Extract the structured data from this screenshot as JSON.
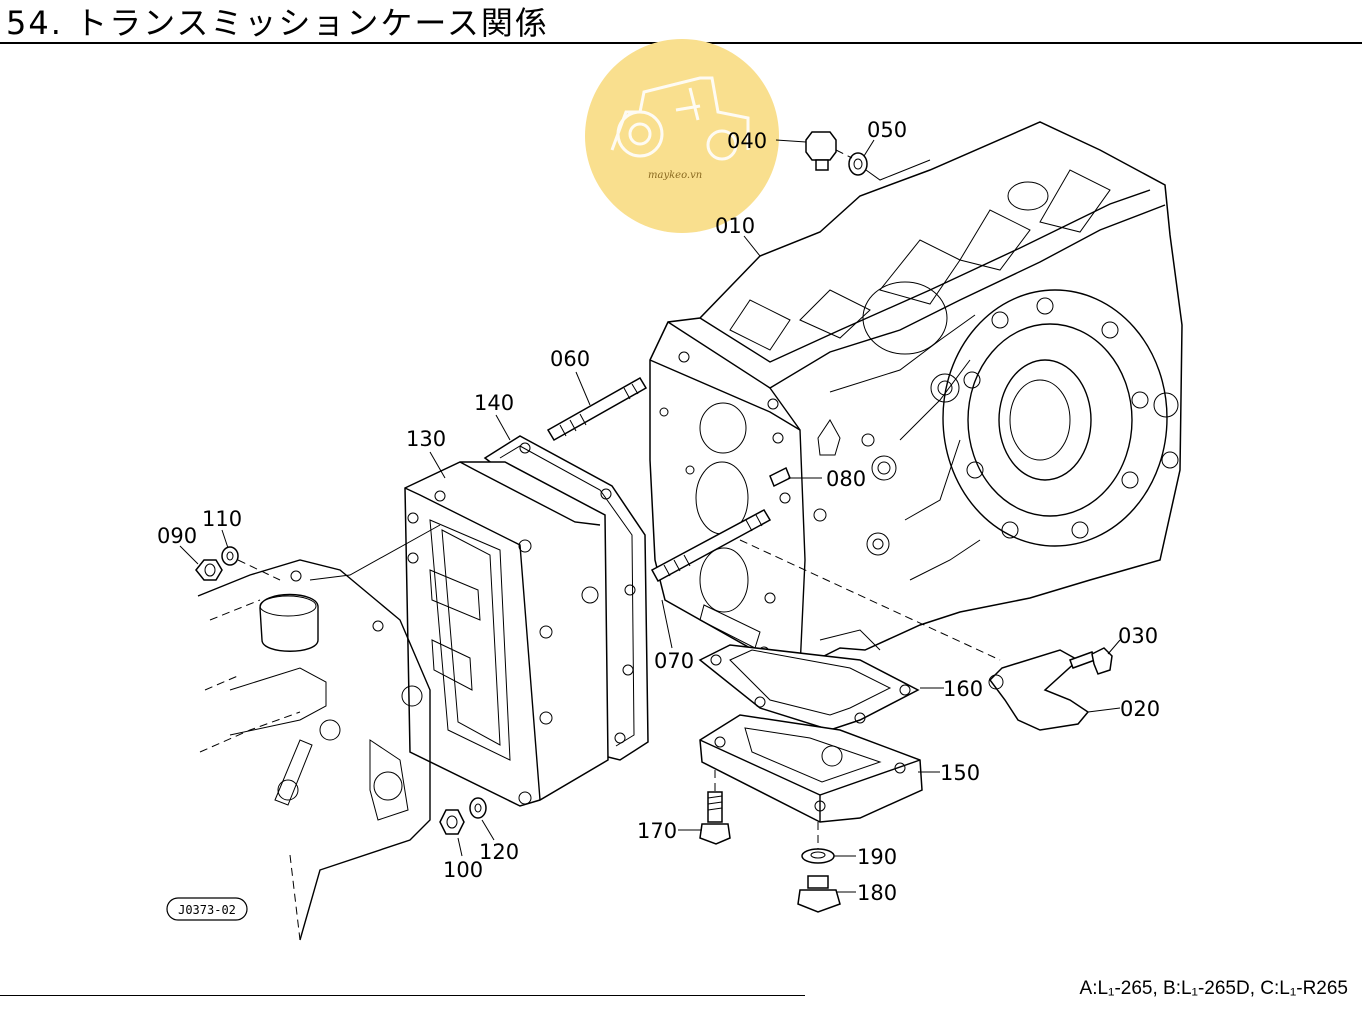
{
  "page": {
    "title": "54. トランスミッションケース関係",
    "figure_code": "J0373-02",
    "models": "A:L₁-265, B:L₁-265D, C:L₁-R265"
  },
  "watermark": {
    "text": "maykeo.vn",
    "color": "#f9df8e"
  },
  "parts": [
    {
      "id": "p010",
      "label": "010"
    },
    {
      "id": "p020",
      "label": "020"
    },
    {
      "id": "p030",
      "label": "030"
    },
    {
      "id": "p040",
      "label": "040"
    },
    {
      "id": "p050",
      "label": "050"
    },
    {
      "id": "p060",
      "label": "060"
    },
    {
      "id": "p070",
      "label": "070"
    },
    {
      "id": "p080",
      "label": "080"
    },
    {
      "id": "p090",
      "label": "090"
    },
    {
      "id": "p100",
      "label": "100"
    },
    {
      "id": "p110",
      "label": "110"
    },
    {
      "id": "p120",
      "label": "120"
    },
    {
      "id": "p130",
      "label": "130"
    },
    {
      "id": "p140",
      "label": "140"
    },
    {
      "id": "p150",
      "label": "150"
    },
    {
      "id": "p160",
      "label": "160"
    },
    {
      "id": "p170",
      "label": "170"
    },
    {
      "id": "p180",
      "label": "180"
    },
    {
      "id": "p190",
      "label": "190"
    }
  ]
}
